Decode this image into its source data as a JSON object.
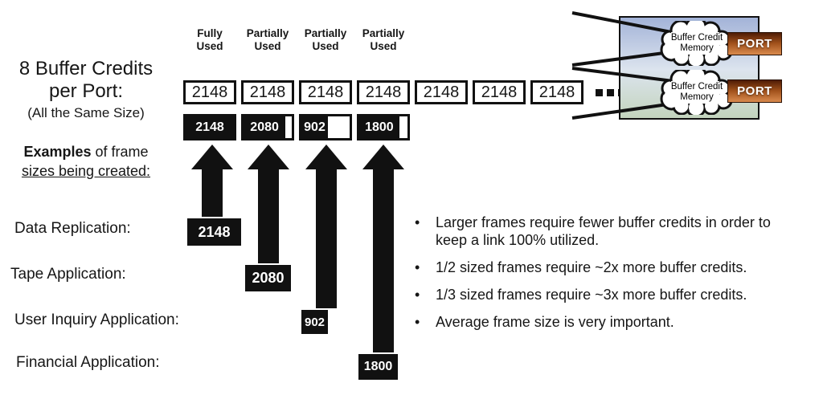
{
  "left_panel": {
    "title_line1": "8 Buffer Credits",
    "title_line2": "per Port:",
    "title_line3": "(All the Same Size)",
    "examples_bold": "Examples",
    "examples_rest": " of frame",
    "examples_line2": "sizes being created:"
  },
  "credit_row": {
    "column_headers": [
      "Fully Used",
      "Partially Used",
      "Partially Used",
      "Partially Used"
    ],
    "boxes": [
      "2148",
      "2148",
      "2148",
      "2148",
      "2148",
      "2148",
      "2148"
    ]
  },
  "usage_row": [
    {
      "value": "2148",
      "fill_pct": 100
    },
    {
      "value": "2080",
      "fill_pct": 87
    },
    {
      "value": "902",
      "fill_pct": 55
    },
    {
      "value": "1800",
      "fill_pct": 83
    }
  ],
  "applications": [
    {
      "label": "Data Replication:",
      "frame_size": "2148"
    },
    {
      "label": "Tape Application:",
      "frame_size": "2080"
    },
    {
      "label": "User Inquiry Application:",
      "frame_size": "902"
    },
    {
      "label": "Financial Application:",
      "frame_size": "1800"
    }
  ],
  "bullets": [
    "Larger frames require fewer buffer credits in order to keep a link 100% utilized.",
    "1/2 sized frames require ~2x more buffer credits.",
    "1/3 sized frames require ~3x more buffer credits.",
    "Average frame size is very important."
  ],
  "switch_diagram": {
    "memory_label_line1": "Buffer Credit",
    "memory_label_line2": "Memory",
    "port_label": "PORT"
  },
  "colors": {
    "ink": "#161616",
    "fill_black": "#111111",
    "panel_blue_top": "#a3b3d8",
    "panel_green_bottom": "#c3d4bd",
    "port_dark": "#4e1c05",
    "port_light": "#d98a4e"
  }
}
